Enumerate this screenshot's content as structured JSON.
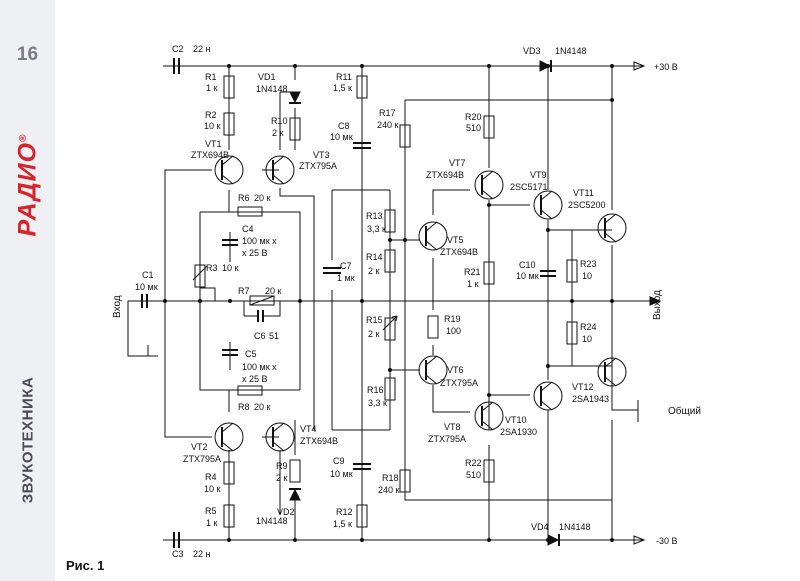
{
  "page": {
    "page_number": "16",
    "brand": "РАДИО",
    "brand_mark": "®",
    "section": "ЗВУКОТЕХНИКА",
    "figure_label": "Рис. 1"
  },
  "labels": {
    "C2": "C2",
    "C2v": "22 н",
    "C3": "C3",
    "C3v": "22 н",
    "VD3": "VD3",
    "VD3t": "1N4148",
    "VD4": "VD4",
    "VD4t": "1N4148",
    "plus30": "+30 В",
    "minus30": "-30 В",
    "R1": "R1",
    "R1v": "1 к",
    "R2": "R2",
    "R2v": "10 к",
    "VD1": "VD1",
    "VD1t": "1N4148",
    "R10": "R10",
    "R10v": "2 к",
    "R11": "R11",
    "R11v": "1,5 к",
    "C8": "C8",
    "C8v": "10 мк",
    "R17": "R17",
    "R17v": "240 к",
    "R20": "R20",
    "R20v": "510",
    "VT1": "VT1",
    "VT1t": "ZTX694B",
    "VT3": "VT3",
    "VT3t": "ZTX795A",
    "VT7": "VT7",
    "VT7t": "ZTX694B",
    "VT9": "VT9",
    "VT9t": "2SC5171",
    "VT11": "VT11",
    "VT11t": "2SC5200",
    "R6": "R6",
    "R6v": "20 к",
    "C4": "C4",
    "C4v1": "100 мк x",
    "C4v2": "x 25 В",
    "R3": "R3",
    "R3v": "10 к",
    "R13": "R13",
    "R13v": "3,3 к",
    "VT5": "VT5",
    "VT5t": "ZTX694B",
    "R14": "R14",
    "R14v": "2 к",
    "C7": "C7",
    "C7v": "1 мк",
    "R21": "R21",
    "R21v": "1 к",
    "C10": "C10",
    "C10v": "10 мк",
    "R23": "R23",
    "R23v": "10",
    "C1": "C1",
    "C1v": "10 мк",
    "R7": "R7",
    "R7v": "20 к",
    "C6": "C6",
    "C6v": "51",
    "input": "Вход",
    "output": "Выход",
    "common": "Общий",
    "R15": "R15",
    "R15v": "2 к",
    "R19": "R19",
    "R19v": "100",
    "R24": "R24",
    "R24v": "10",
    "C5": "C5",
    "C5v1": "100 мк x",
    "C5v2": "x 25 В",
    "VT6": "VT6",
    "VT6t": "ZTX795A",
    "R16": "R16",
    "R16v": "3,3 к",
    "VT12": "VT12",
    "VT12t": "2SA1943",
    "R8": "R8",
    "R8v": "20 к",
    "VT10": "VT10",
    "VT10t": "2SA1930",
    "VT2": "VT2",
    "VT2t": "ZTX795A",
    "VT4": "VT4",
    "VT4t": "ZTX694B",
    "VT8": "VT8",
    "VT8t": "ZTX795A",
    "R4": "R4",
    "R4v": "10 к",
    "R9": "R9",
    "R9v": "2 к",
    "C9": "C9",
    "C9v": "10 мк",
    "R18": "R18",
    "R18v": "240 к",
    "R22": "R22",
    "R22v": "510",
    "R5": "R5",
    "R5v": "1 к",
    "VD2": "VD2",
    "VD2t": "1N4148",
    "R12": "R12",
    "R12v": "1,5 к"
  }
}
